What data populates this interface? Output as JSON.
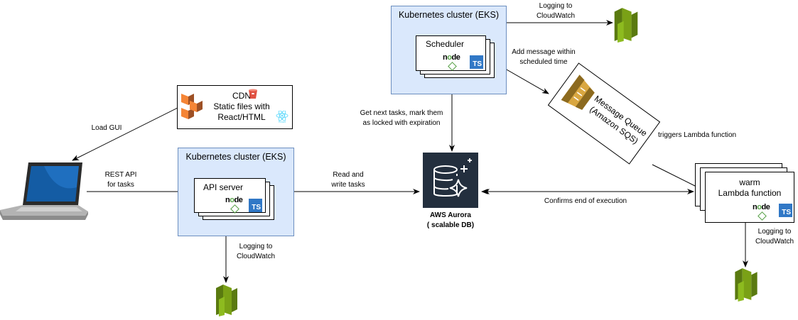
{
  "cdn": {
    "title": "CDN",
    "line1": "Static files with",
    "line2": "React/HTML",
    "react_caption": "React"
  },
  "load_gui": "Load GUI",
  "rest_api": {
    "line1": "REST API",
    "line2": "for tasks"
  },
  "api_cluster": {
    "title": "Kubernetes cluster (EKS)",
    "service": "API server"
  },
  "scheduler_cluster": {
    "title": "Kubernetes cluster (EKS)",
    "service": "Scheduler"
  },
  "read_write": {
    "line1": "Read and",
    "line2": "write tasks"
  },
  "get_next": {
    "line1": "Get next tasks, mark them",
    "line2": "as locked with expiration"
  },
  "aurora": {
    "line1": "AWS Aurora",
    "line2": "( scalable DB)"
  },
  "add_message": {
    "line1": "Add  message within",
    "line2": "scheduled time"
  },
  "queue": {
    "line1": "Message Queue",
    "line2": "(Amazon SQS)"
  },
  "triggers": "triggers Lambda function",
  "lambda": {
    "line1": "warm",
    "line2": "Lambda function"
  },
  "confirms": "Confirms end of execution",
  "logging_top": {
    "line1": "Logging to",
    "line2": "CloudWatch"
  },
  "logging_api": {
    "line1": "Logging to",
    "line2": "CloudWatch"
  },
  "logging_lambda": {
    "line1": "Logging to",
    "line2": "CloudWatch"
  },
  "node_label": "node",
  "ts_label": "TS",
  "colors": {
    "cluster_fill": "#dae8fc",
    "cluster_border": "#6c8ebf",
    "cloudwatch": "#7aa116",
    "aurora_bg": "#232f3e",
    "typescript": "#3178c6",
    "node_green": "#539e43",
    "s3_red": "#e05243",
    "aws_orange": "#f58536",
    "react_blue": "#61dafb"
  }
}
